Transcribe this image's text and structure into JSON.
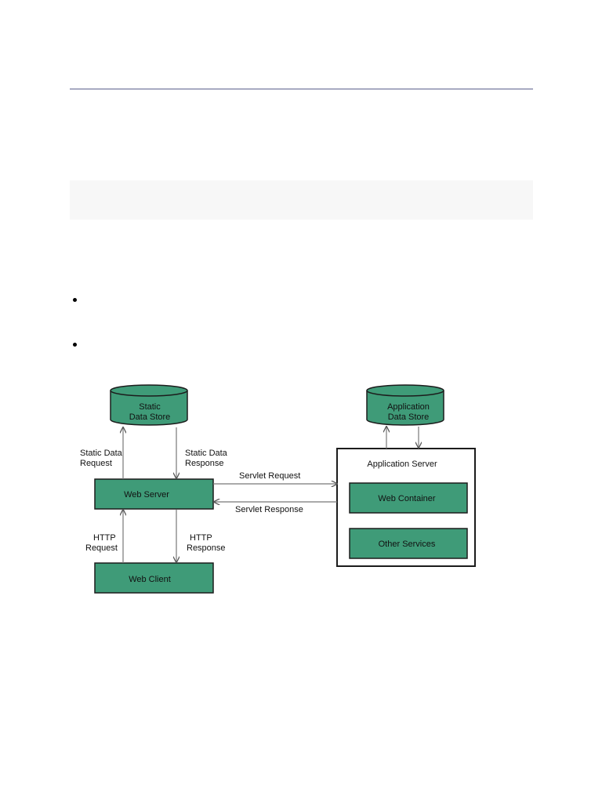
{
  "colors": {
    "node_fill": "#3f9b78",
    "node_stroke": "#1c1c1c",
    "edge_color": "#777777",
    "rule_color": "#5b5f8c",
    "panel_color": "#f7f7f7"
  },
  "diagram": {
    "nodes": {
      "static_store": {
        "line1": "Static",
        "line2": "Data  Store",
        "shape": "cylinder"
      },
      "app_store": {
        "line1": "Application",
        "line2": "Data  Store",
        "shape": "cylinder"
      },
      "web_server": {
        "label": "Web Server",
        "shape": "rectangle"
      },
      "web_client": {
        "label": "Web Client",
        "shape": "rectangle"
      },
      "app_server": {
        "label": "Application Server",
        "shape": "container"
      },
      "web_container": {
        "label": "Web Container",
        "shape": "rectangle"
      },
      "other_services": {
        "label": "Other Services",
        "shape": "rectangle"
      }
    },
    "edges": {
      "static_request": {
        "line1": "Static Data",
        "line2": "Request"
      },
      "static_response": {
        "line1": "Static Data",
        "line2": "Response"
      },
      "servlet_request": {
        "label": "Servlet  Request"
      },
      "servlet_response": {
        "label": "Servlet   Response"
      },
      "http_request": {
        "line1": "HTTP",
        "line2": "Request"
      },
      "http_response": {
        "line1": "HTTP",
        "line2": "Response"
      }
    }
  }
}
